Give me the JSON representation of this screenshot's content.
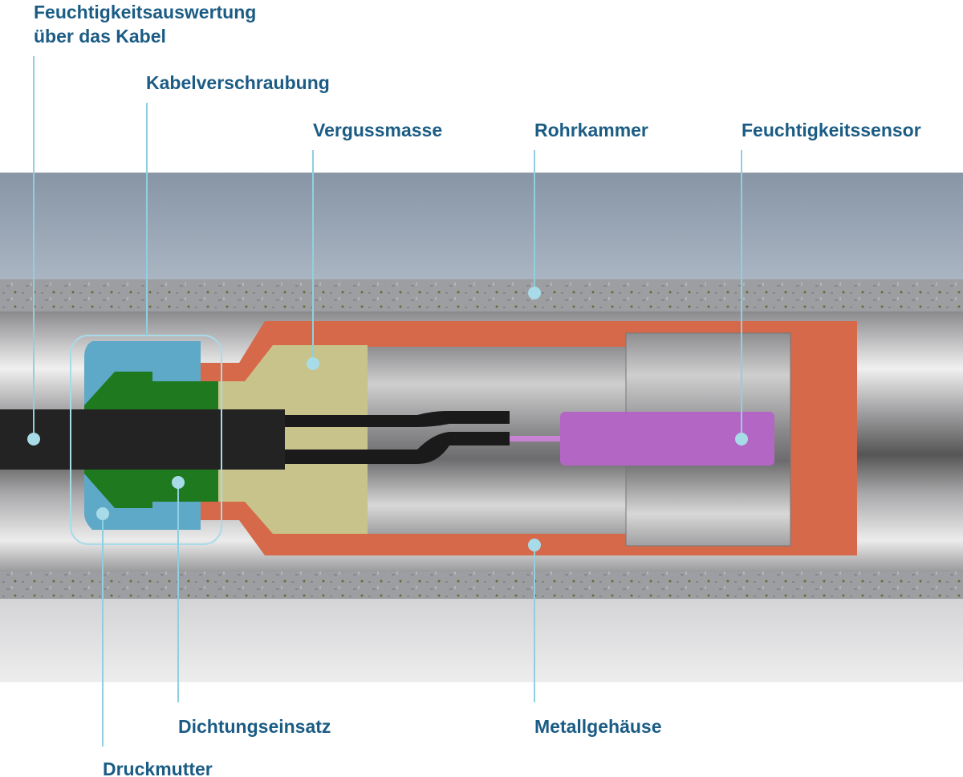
{
  "labels": {
    "moisture_eval_line1": "Feuchtigkeitsauswertung",
    "moisture_eval_line2": "über das Kabel",
    "cable_gland": "Kabelverschraubung",
    "potting": "Vergussmasse",
    "tube_chamber": "Rohrkammer",
    "moisture_sensor": "Feuchtigkeitssensor",
    "sealing_insert": "Dichtungseinsatz",
    "metal_housing": "Metallgehäuse",
    "pressure_nut": "Druckmutter"
  },
  "colors": {
    "label": "#1b5c85",
    "leader": "#8fd0e0",
    "housing": "#d6694a",
    "potting": "#c8c38a",
    "nut": "#5ea8c8",
    "insert": "#1f7a1f",
    "cable": "#232323",
    "sensor": "#b466c4"
  }
}
